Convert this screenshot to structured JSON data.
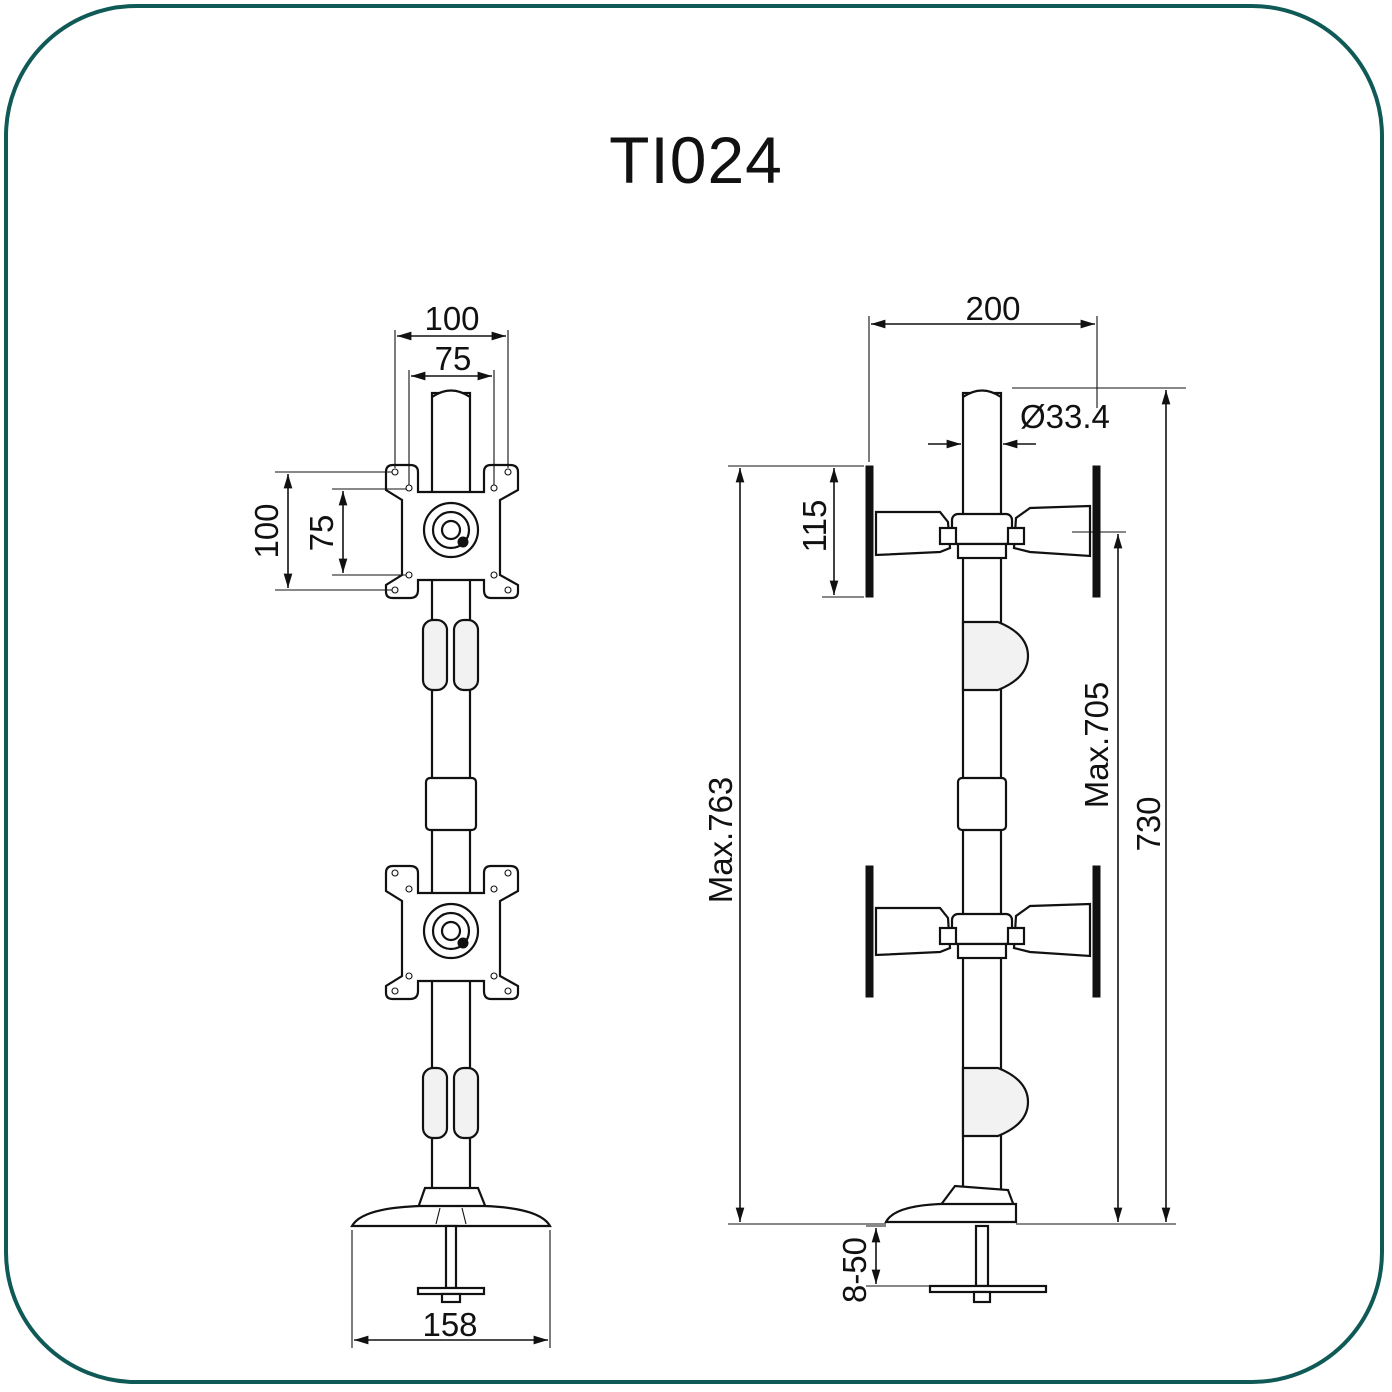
{
  "title": "TI024",
  "front_view": {
    "plate_width_outer": "100",
    "plate_width_inner": "75",
    "plate_height_outer": "100",
    "plate_height_inner": "75",
    "base_width": "158"
  },
  "side_view": {
    "arm_span": "200",
    "pole_diameter": "Ø33.4",
    "plate_height": "115",
    "max_height_total": "Max.763",
    "max_height_plate": "Max.705",
    "pole_height": "730",
    "desk_clamp_range": "8-50"
  },
  "colors": {
    "frame_border": "#0f5a56",
    "line": "#111111"
  }
}
